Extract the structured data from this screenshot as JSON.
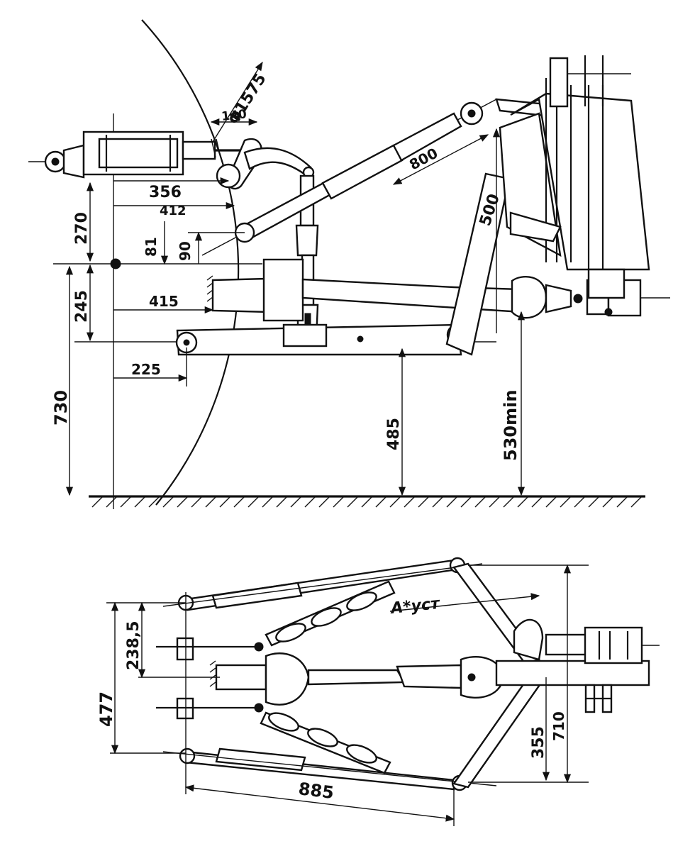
{
  "side_view": {
    "dims": {
      "d_diameter": "Φ1575",
      "d_140": "140",
      "d_356": "356",
      "d_412": "412",
      "d_270": "270",
      "d_81": "81",
      "d_90": "90",
      "d_415": "415",
      "d_245": "245",
      "d_225": "225",
      "d_730": "730",
      "d_485": "485",
      "d_530": "530min",
      "d_800": "800",
      "d_500": "500"
    }
  },
  "plan_view": {
    "dims": {
      "d_238": "238,5",
      "d_477": "477",
      "d_885": "885",
      "d_355": "355",
      "d_710": "710",
      "a_ust": "A*уст"
    }
  }
}
